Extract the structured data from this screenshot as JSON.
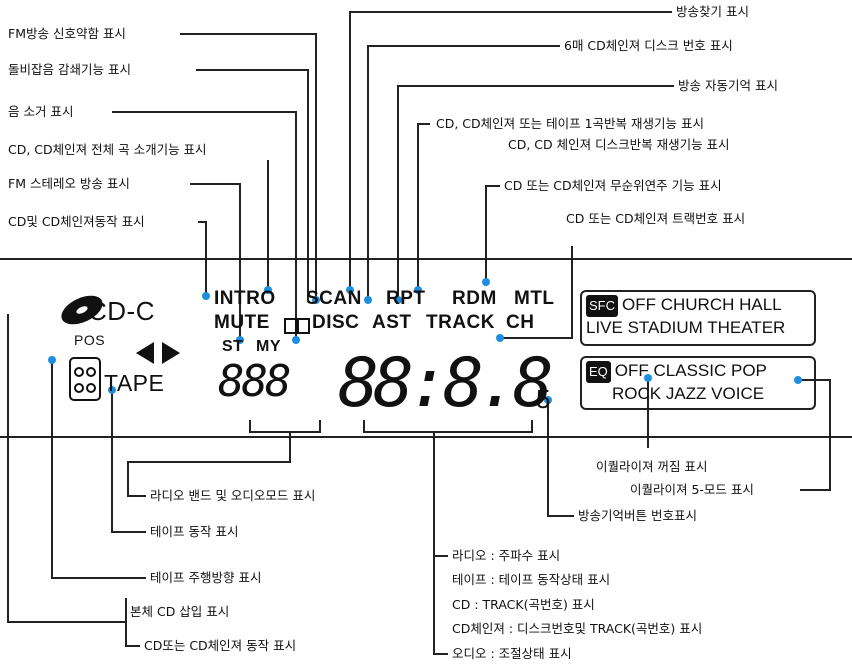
{
  "display": {
    "cd_logo": "CD-C",
    "pos": "POS",
    "tape": "TAPE",
    "intro": "INTRO",
    "scan": "SCAN",
    "rpt": "RPT",
    "rdm": "RDM",
    "mtl": "MTL",
    "mute": "MUTE",
    "disc": "DISC",
    "ast": "AST",
    "track": "TRACK",
    "ch": "CH",
    "st": "ST",
    "my": "MY",
    "band_digits": "888",
    "freq_digits": "88:8.8",
    "preset_num": "5",
    "sfc_tag": "SFC",
    "sfc_line1": "OFF CHURCH HALL",
    "sfc_line2": "LIVE STADIUM THEATER",
    "eq_tag": "EQ",
    "eq_line1": "OFF CLASSIC POP",
    "eq_line2": "ROCK JAZZ VOICE"
  },
  "labels": {
    "fm_weak": "FM방송 신호약함 표시",
    "noise": "돌비잡음 감쇄기능 표시",
    "mute": "음 소거 표시",
    "intro": "CD, CD체인져 전체 곡 소개기능 표시",
    "stereo": "FM 스테레오 방송 표시",
    "cd_changer": "CD및 CD체인져동작 표시",
    "scan_search": "방송찾기 표시",
    "disc_no": "6매 CD체인져 디스크 번호 표시",
    "auto_store": "방송 자동기억 표시",
    "repeat1": "CD, CD체인져 또는 테이프 1곡반복 재생기능 표시",
    "repeat2": "CD, CD 체인져 디스크반복 재생기능 표시",
    "random": "CD 또는 CD체인져 무순위연주 기능 표시",
    "track_no": "CD 또는 CD체인져 트랙번호 표시",
    "eq_off": "이퀄라이져 꺼짐 표시",
    "eq_5mode": "이퀄라이져 5-모드 표시",
    "preset": "방송기억버튼 번호표시",
    "radio_band": "라디오 밴드 및 오디오모드 표시",
    "tape_op": "테이프 동작 표시",
    "tape_dir": "테이프 주행방향 표시",
    "cd_inserted": "본체 CD 삽입 표시",
    "cd_op": "CD또는 CD체인져 동작 표시",
    "bottom": [
      "라디오 : 주파수 표시",
      "테이프 : 테이프 동작상태 표시",
      "CD : TRACK(곡번호) 표시",
      "CD체인져 : 디스크번호및 TRACK(곡번호) 표시",
      "오디오 : 조절상태 표시"
    ]
  },
  "colors": {
    "accent": "#1e8fe0",
    "line": "#222222"
  }
}
